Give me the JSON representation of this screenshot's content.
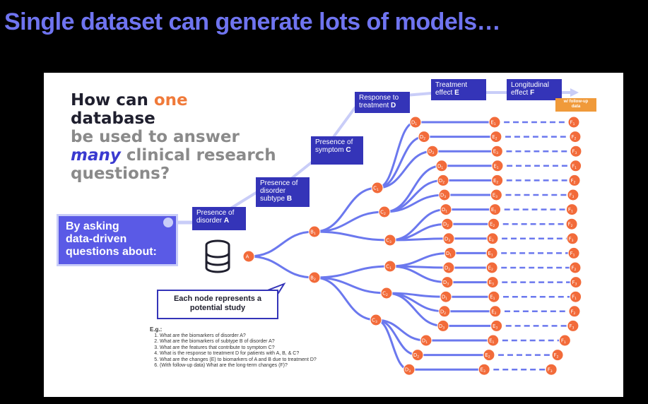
{
  "slide_title": "Single dataset can generate lots of models…",
  "headline": {
    "l1a": "How can ",
    "l1b": "one",
    "l2": "database",
    "l3": "be used to answer",
    "l4a": "many",
    "l4b": " clinical research",
    "l5": "questions?"
  },
  "ask_box": {
    "l1": "By asking",
    "l2": "data-driven",
    "l3": "questions about:"
  },
  "stages": {
    "a": {
      "l1": "Presence of",
      "l2a": "disorder ",
      "l2b": "A"
    },
    "b": {
      "l1": "Presence of",
      "l2": "disorder",
      "l3a": "subtype ",
      "l3b": "B"
    },
    "c": {
      "l1": "Presence of",
      "l2a": "symptom ",
      "l2b": "C"
    },
    "d": {
      "l1": "Response to",
      "l2a": "treatment ",
      "l2b": "D"
    },
    "e": {
      "l1": "Treatment",
      "l2a": "effect ",
      "l2b": "E"
    },
    "f": {
      "l1": "Longitudinal",
      "l2a": "effect ",
      "l2b": "F"
    }
  },
  "followup_tag": {
    "l1": "w/ follow-up",
    "l2": "data"
  },
  "callout": {
    "l1": "Each node represents a",
    "l2": "potential study"
  },
  "examples": {
    "heading": "E.g.:",
    "items": [
      "What are the biomarkers of disorder A?",
      "What are the biomarkers of subtype B of disorder A?",
      "What are the features that contribute to symptom C?",
      "What is the response to treatment D for patients with A, B, & C?",
      "What are the changes (E) to biomarkers of A and B due to treatment D?",
      "(With follow-up data) What are the long-term changes (F)?"
    ]
  },
  "tree": {
    "root": "A",
    "b_nodes": [
      "B1",
      "B2"
    ],
    "c_nodes": [
      "C1",
      "C2",
      "C3",
      "C1",
      "C2",
      "C3"
    ],
    "d_node_labels": [
      "D1",
      "D2",
      "D3",
      "D1",
      "D2",
      "D3",
      "D1",
      "D2",
      "D3",
      "D1",
      "D2",
      "D3",
      "D1",
      "D2",
      "D3",
      "D1",
      "D2",
      "D3"
    ],
    "e_node_labels": [
      "E1",
      "E2",
      "E3",
      "E1",
      "E2",
      "E3",
      "E1",
      "E2",
      "E3",
      "E1",
      "E2",
      "E3",
      "E1",
      "E2",
      "E3",
      "E1",
      "E2",
      "E3"
    ],
    "f_node_labels": [
      "F1",
      "F2",
      "F3",
      "F1",
      "F2",
      "F3",
      "F1",
      "F2",
      "F3",
      "F1",
      "F2",
      "F3",
      "F1",
      "F2",
      "F3",
      "F1",
      "F2",
      "F3"
    ]
  },
  "colors": {
    "title_blue": "#6f74f0",
    "node_orange": "#f26b3a",
    "edge_blue": "#6b78ee",
    "stage_navy": "#3434b8",
    "accent_orange": "#f07a3a"
  }
}
